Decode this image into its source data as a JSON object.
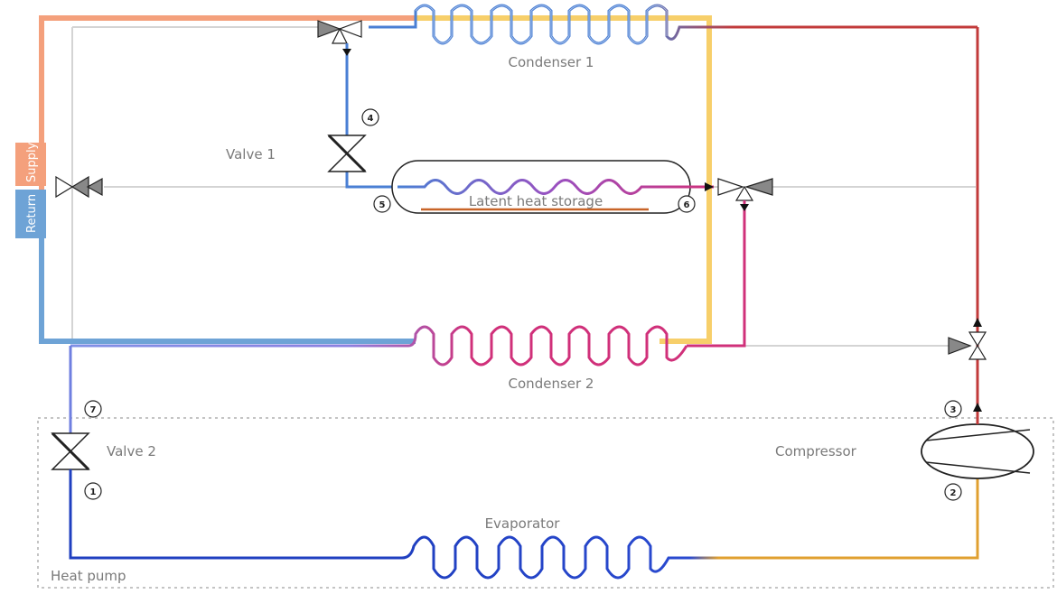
{
  "labels": {
    "condenser1": "Condenser 1",
    "condenser2": "Condenser 2",
    "evaporator": "Evaporator",
    "latent_storage": "Latent heat storage",
    "valve1": "Valve 1",
    "valve2": "Valve 2",
    "compressor": "Compressor",
    "heat_pump": "Heat pump",
    "supply": "Supply",
    "return": "Return"
  },
  "points": [
    "1",
    "2",
    "3",
    "4",
    "5",
    "6",
    "7"
  ],
  "colors": {
    "supply": "#f4a07c",
    "return": "#6ea3d6",
    "hot_gas": "#c23a3a",
    "liquid": "#4a7fd4",
    "subcooled": "#6f7fe0",
    "expanded": "#1f3fc0",
    "suction": "#e0a030",
    "storage_out": "#d0307a",
    "heating_loop": "#f7cf6a",
    "bypass": "#d0d0d0",
    "storage_line": "#c86428"
  }
}
